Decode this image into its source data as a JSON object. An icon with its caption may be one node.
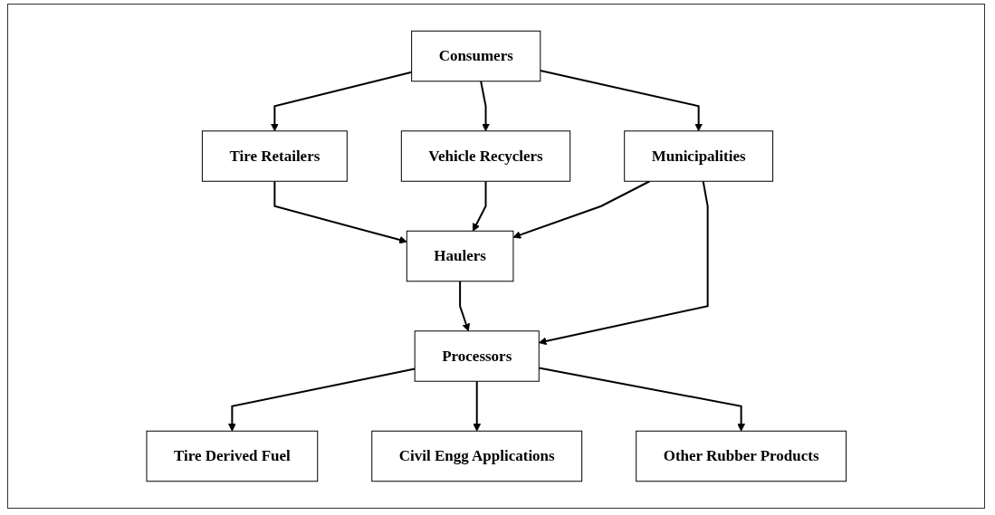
{
  "diagram": {
    "nodes": [
      {
        "text": [
          "Consumers"
        ]
      },
      {
        "text": [
          "Tire Retailers"
        ]
      },
      {
        "text": [
          "Vehicle Recyclers"
        ]
      },
      {
        "text": [
          "Municipalities"
        ]
      },
      {
        "text": [
          "Haulers"
        ]
      },
      {
        "text": [
          "Processors"
        ]
      },
      {
        "text": [
          "Tire Derived Fuel"
        ]
      },
      {
        "text": [
          "Civil Engg Applications"
        ]
      },
      {
        "text": [
          "Other Rubber Products"
        ]
      }
    ],
    "edges": [
      {
        "from": 0,
        "to": 1,
        "arrow": "to"
      },
      {
        "from": 0,
        "to": 2,
        "arrow": "to"
      },
      {
        "from": 0,
        "to": 3,
        "arrow": "to"
      },
      {
        "from": 1,
        "to": 4,
        "arrow": "to"
      },
      {
        "from": 2,
        "to": 4,
        "arrow": "to"
      },
      {
        "from": 3,
        "to": 4,
        "arrow": "to"
      },
      {
        "from": 3,
        "to": 5,
        "arrow": "to"
      },
      {
        "from": 4,
        "to": 5,
        "arrow": "to"
      },
      {
        "from": 5,
        "to": 6,
        "arrow": "to"
      },
      {
        "from": 5,
        "to": 7,
        "arrow": "to"
      },
      {
        "from": 5,
        "to": 8,
        "arrow": "to"
      }
    ]
  }
}
